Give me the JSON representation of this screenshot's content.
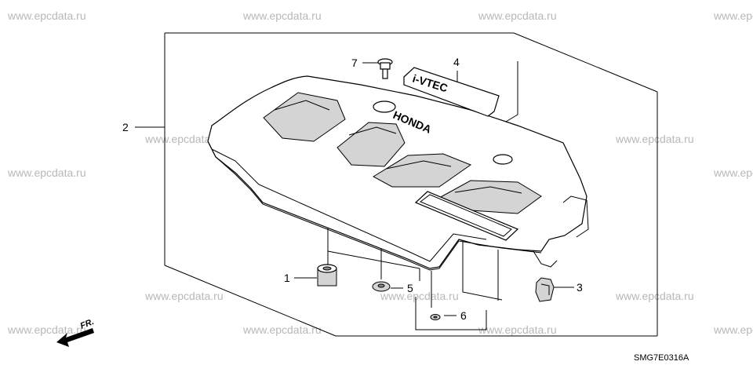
{
  "diagram": {
    "watermark": "www.epcdata.ru",
    "code": "SMG7E0316A",
    "front_label": "FR.",
    "callouts": {
      "c1": "1",
      "c2": "2",
      "c3": "3",
      "c4": "4",
      "c5": "5",
      "c6": "6",
      "c7": "7"
    },
    "emblems": {
      "honda": "HONDA",
      "vtec": "i-VTEC"
    }
  }
}
